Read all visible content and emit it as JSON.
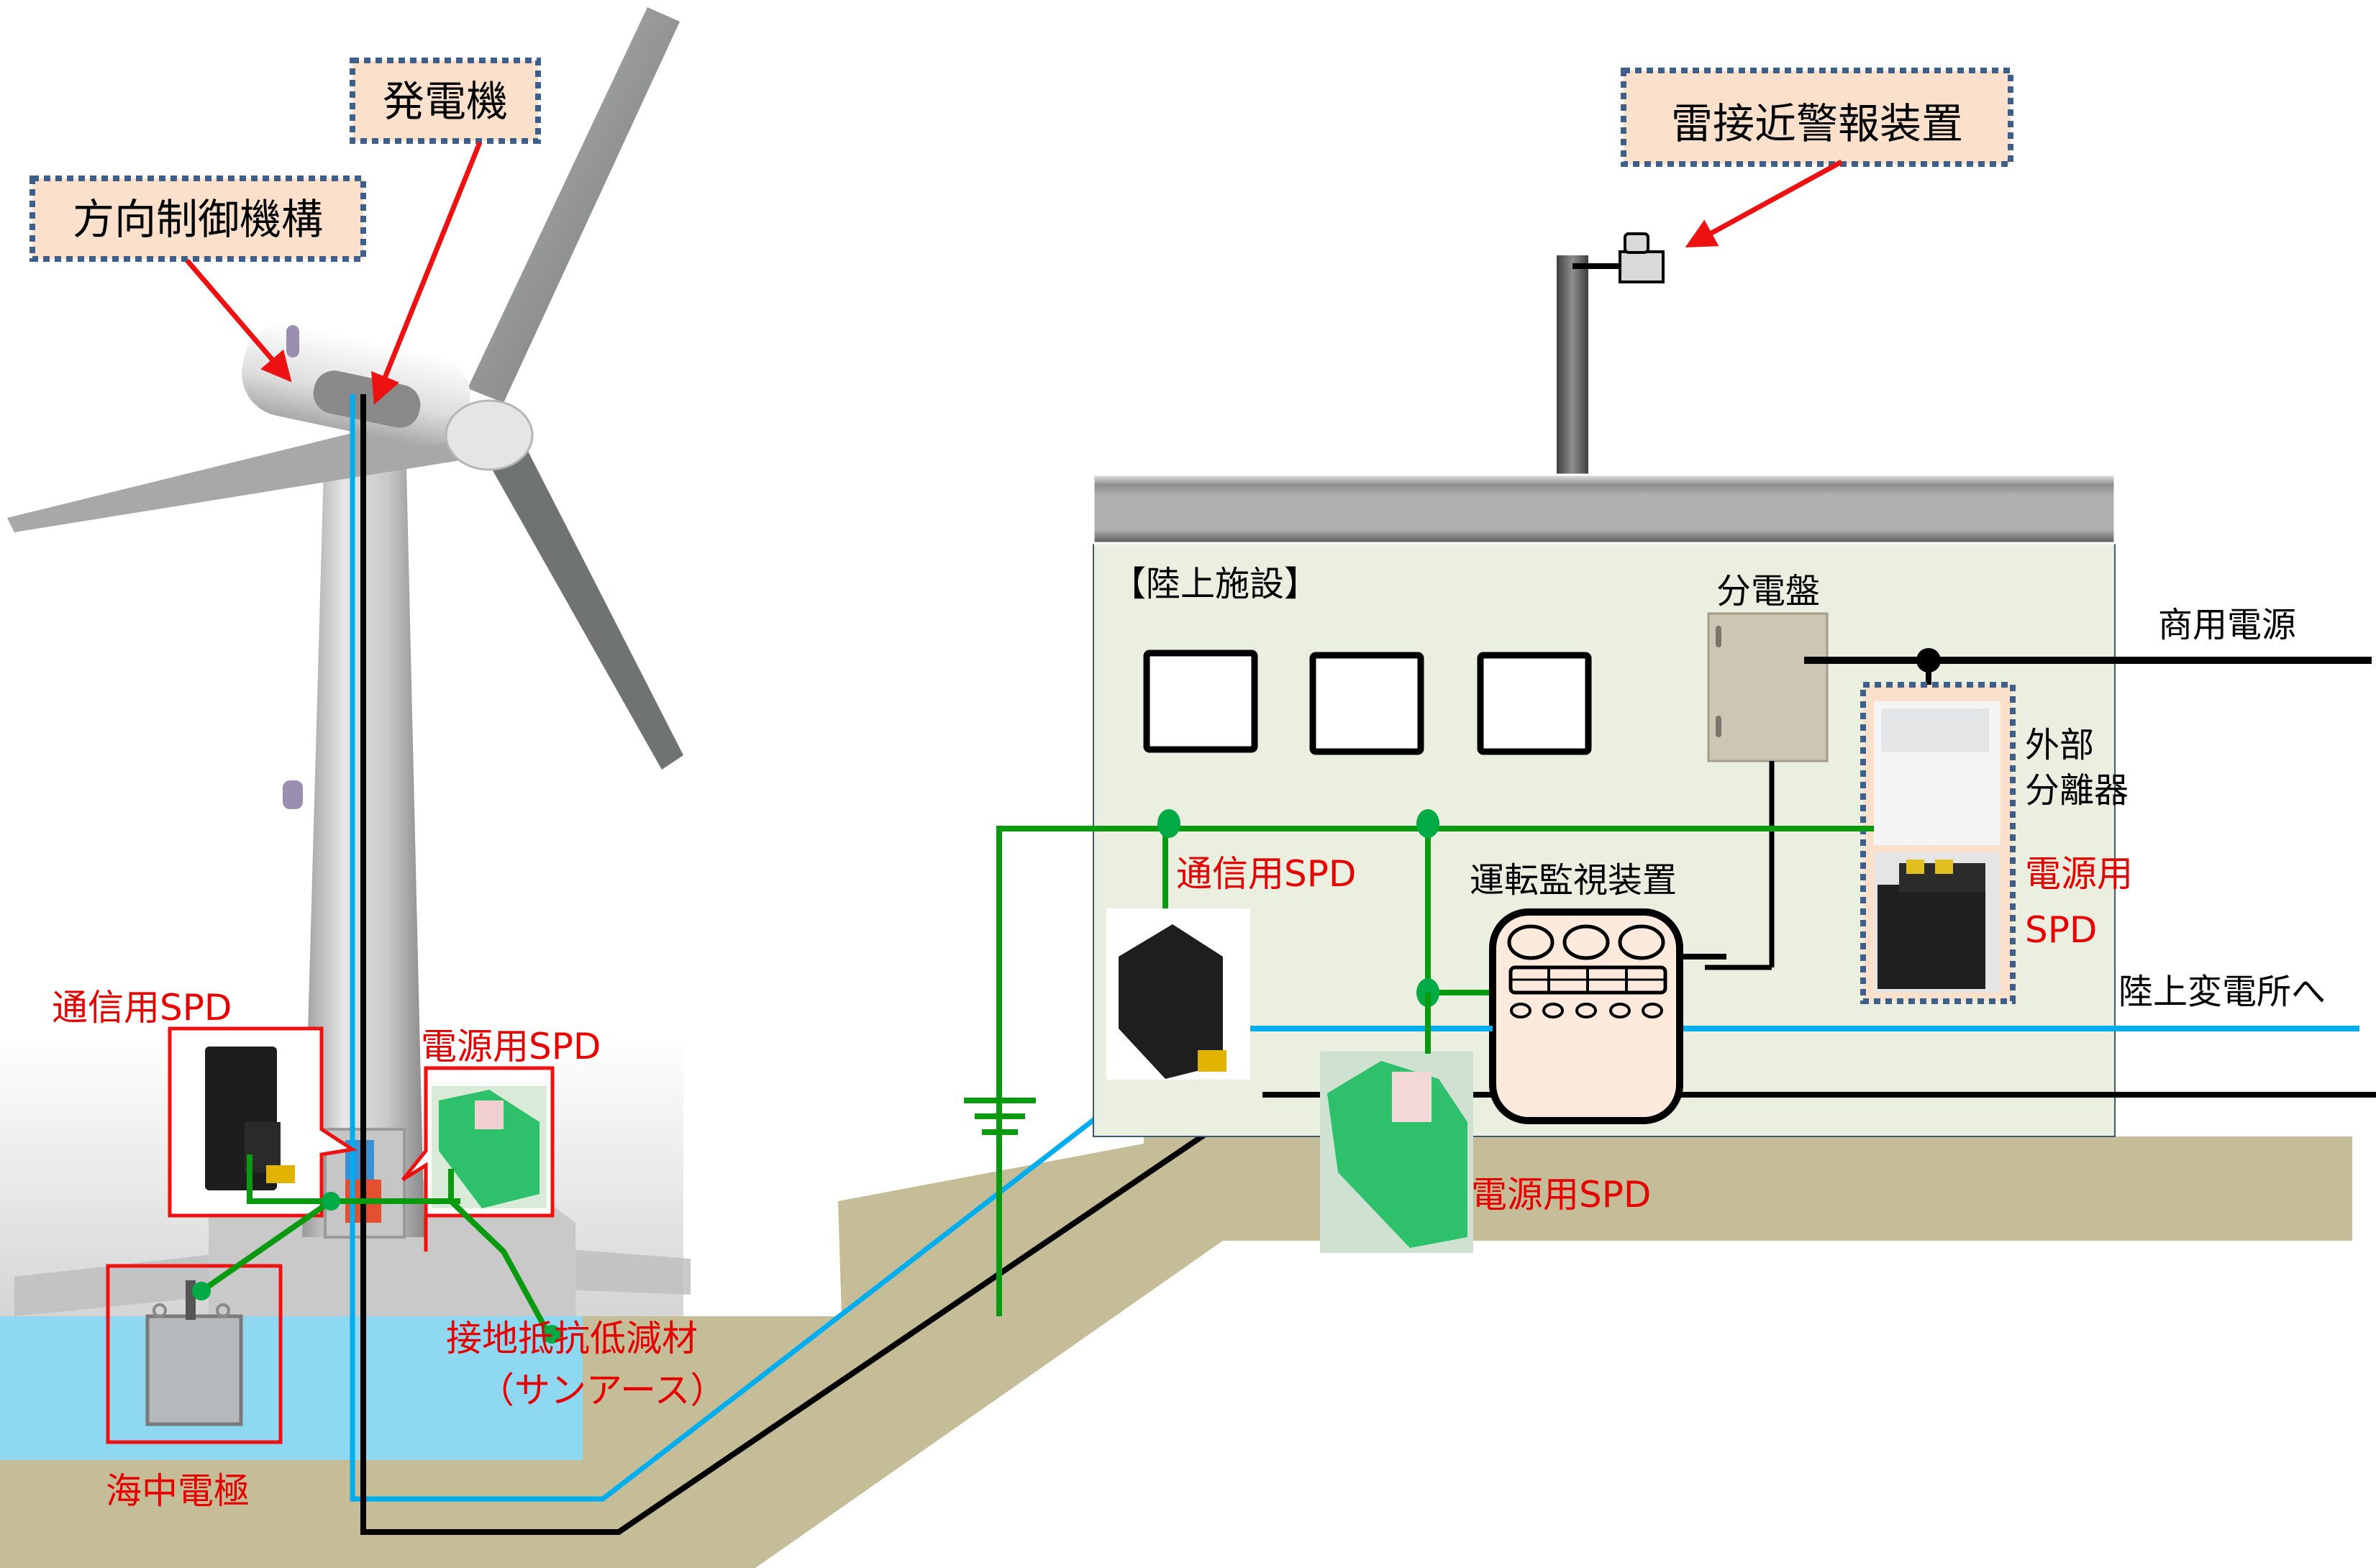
{
  "diagram": {
    "colors": {
      "callout_fill": "#fbe0cc",
      "callout_border": "#3e5f8a",
      "arrow": "#ee1111",
      "ground_wire": "#0a9a10",
      "ground_node": "#00aa44",
      "comm_wire": "#00aeef",
      "power_wire": "#000000",
      "sea": "#8fd8f2",
      "earth": "#c4bd98",
      "building_wall": "#eaefdf",
      "roof": "#b0b0b0",
      "label_red": "#e60000",
      "monitor_fill": "#fdeadd"
    },
    "turbine": {
      "callouts": {
        "yaw": "方向制御機構",
        "generator": "発電機"
      },
      "labels": {
        "comm_spd": "通信用SPD",
        "power_spd": "電源用SPD",
        "sea_electrode": "海中電極",
        "ground_material_1": "接地抵抗低減材",
        "ground_material_2": "（サンアース）"
      }
    },
    "facility": {
      "title": "【陸上施設】",
      "alarm_callout": "雷接近警報装置",
      "distribution_board": "分電盤",
      "commercial_power": "商用電源",
      "external_disconnector_1": "外部",
      "external_disconnector_2": "分離器",
      "power_spd_right_1": "電源用",
      "power_spd_right_2": "SPD",
      "comm_spd": "通信用SPD",
      "monitoring": "運転監視装置",
      "power_spd_bottom": "電源用SPD",
      "to_substation": "陸上変電所へ"
    },
    "icons": {
      "wind_turbine": "wind-turbine-icon",
      "spd_black": "surge-protector-icon",
      "spd_green": "surge-protector-icon",
      "electrode": "sea-electrode-icon",
      "cabinet": "distribution-cabinet-icon",
      "monitor": "monitoring-panel-icon",
      "ground_symbol": "earth-ground-icon",
      "alarm_sensor": "lightning-sensor-icon"
    }
  }
}
